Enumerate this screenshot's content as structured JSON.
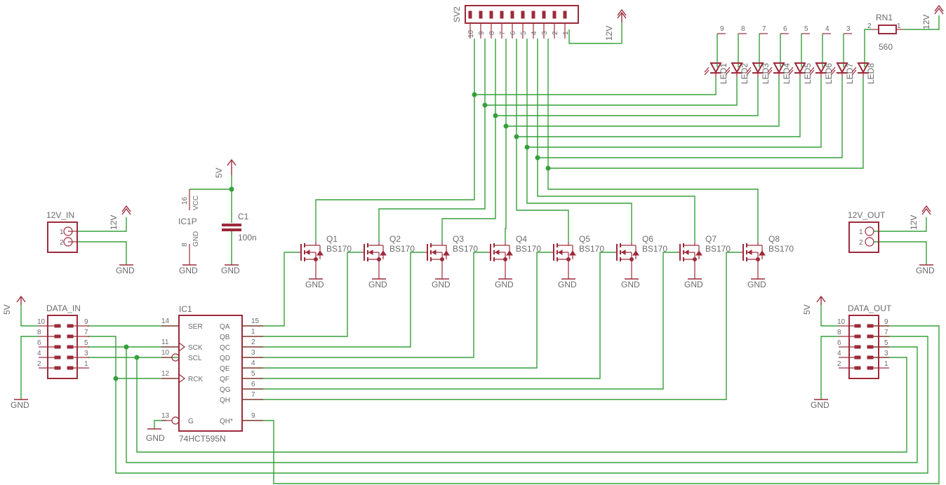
{
  "colors": {
    "wire": "#35a03a",
    "part": "#9c2a3a",
    "text": "#6b6b6b",
    "background": "#ffffff"
  },
  "power": {
    "v12": "12V",
    "v5": "5V",
    "gnd": "GND"
  },
  "sv2": {
    "name": "SV2",
    "pins": [
      "10",
      "9",
      "8",
      "7",
      "6",
      "5",
      "4",
      "3",
      "2",
      "1"
    ]
  },
  "rn1": {
    "name": "RN1",
    "value": "560",
    "pin_left": "2",
    "pin_right": "1",
    "led_pins": [
      "9",
      "8",
      "7",
      "6",
      "5",
      "4",
      "3"
    ]
  },
  "leds": [
    "LED1",
    "LED2",
    "LED3",
    "LED4",
    "LED5",
    "LED6",
    "LED7",
    "LED8"
  ],
  "transistors": [
    {
      "name": "Q1",
      "value": "BS170"
    },
    {
      "name": "Q2",
      "value": "BS170"
    },
    {
      "name": "Q3",
      "value": "BS170"
    },
    {
      "name": "Q4",
      "value": "BS170"
    },
    {
      "name": "Q5",
      "value": "BS170"
    },
    {
      "name": "Q6",
      "value": "BS170"
    },
    {
      "name": "Q7",
      "value": "BS170"
    },
    {
      "name": "Q8",
      "value": "BS170"
    }
  ],
  "c1": {
    "name": "C1",
    "value": "100n"
  },
  "ic1p": {
    "name": "IC1P",
    "vcc_pin": "16",
    "vcc": "VCC",
    "gnd_pin": "8",
    "gnd": "GND"
  },
  "ic1": {
    "name": "IC1",
    "value": "74HCT595N",
    "left": [
      {
        "label": "SER",
        "pin": "14"
      },
      {
        "label": "SCK",
        "pin": "11"
      },
      {
        "label": "SCL",
        "pin": "10"
      },
      {
        "label": "RCK",
        "pin": "12"
      },
      {
        "label": "G",
        "pin": "13"
      }
    ],
    "right": [
      {
        "label": "QA",
        "pin": "15"
      },
      {
        "label": "QB",
        "pin": "1"
      },
      {
        "label": "QC",
        "pin": "2"
      },
      {
        "label": "QD",
        "pin": "3"
      },
      {
        "label": "QE",
        "pin": "4"
      },
      {
        "label": "QF",
        "pin": "5"
      },
      {
        "label": "QG",
        "pin": "6"
      },
      {
        "label": "QH",
        "pin": "7"
      },
      {
        "label": "QH*",
        "pin": "9"
      }
    ]
  },
  "x12v_in": {
    "name": "12V_IN",
    "pins": [
      "1",
      "2"
    ]
  },
  "x12v_out": {
    "name": "12V_OUT",
    "pins": [
      "1",
      "2"
    ]
  },
  "data_in": {
    "name": "DATA_IN",
    "left_pins": [
      "10",
      "8",
      "6",
      "4",
      "2"
    ],
    "right_pins": [
      "9",
      "7",
      "5",
      "3",
      "1"
    ]
  },
  "data_out": {
    "name": "DATA_OUT",
    "left_pins": [
      "10",
      "8",
      "6",
      "4",
      "2"
    ],
    "right_pins": [
      "9",
      "7",
      "5",
      "3",
      "1"
    ]
  }
}
